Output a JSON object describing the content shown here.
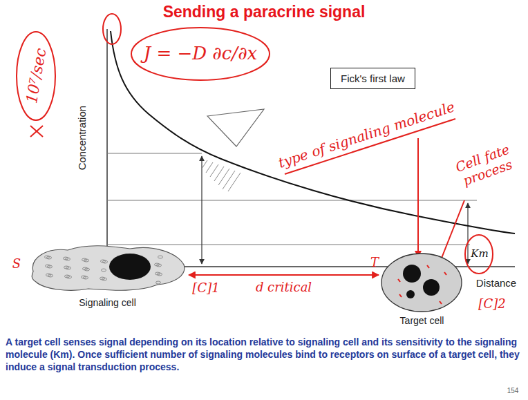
{
  "diagram": {
    "title": "Sending a paracrine signal",
    "caption": "A target cell senses signal depending on its location relative to signaling cell and its sensitivity to the signaling molecule (Km). Once sufficient number of signaling molecules bind to receptors on surface of a target cell, they induce a signal transduction process.",
    "nodes": [
      {
        "text": [
          "Fick's first law"
        ]
      },
      {
        "text": [
          "Signaling cell"
        ]
      },
      {
        "text": [
          "Target cell"
        ]
      }
    ],
    "edges": [
      {
        "from": 1,
        "to": 2,
        "arrow": "both",
        "label": "d critical"
      }
    ],
    "labels": [
      "Concentration",
      "Distance",
      "Km",
      "154",
      "10⁷/sec",
      "J = −D ∂c/∂x",
      "type of signaling molecule",
      "Cell fate process",
      "[C]1",
      "[C]2",
      "T",
      "S"
    ]
  }
}
